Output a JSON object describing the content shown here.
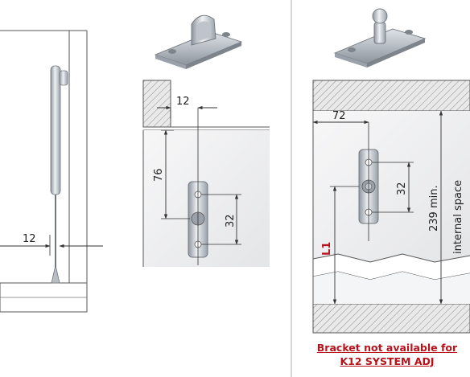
{
  "figure": {
    "left": {
      "dim_horizontal": "12"
    },
    "middle": {
      "dim_top": "12",
      "dim_vertical": "76",
      "dim_holes": "32"
    },
    "right": {
      "dim_top": "72",
      "dim_holes": "32",
      "dim_height": "239 min.",
      "dim_height_label": "internal space",
      "dim_l1": "L1"
    },
    "note": {
      "line1": "Bracket not available for",
      "line2": "K12 SYSTEM ADJ"
    }
  },
  "colors": {
    "accent_red": "#b8121a",
    "line": "#333333",
    "metal": "#c8ccd2",
    "panel": "#f1f2f4"
  }
}
